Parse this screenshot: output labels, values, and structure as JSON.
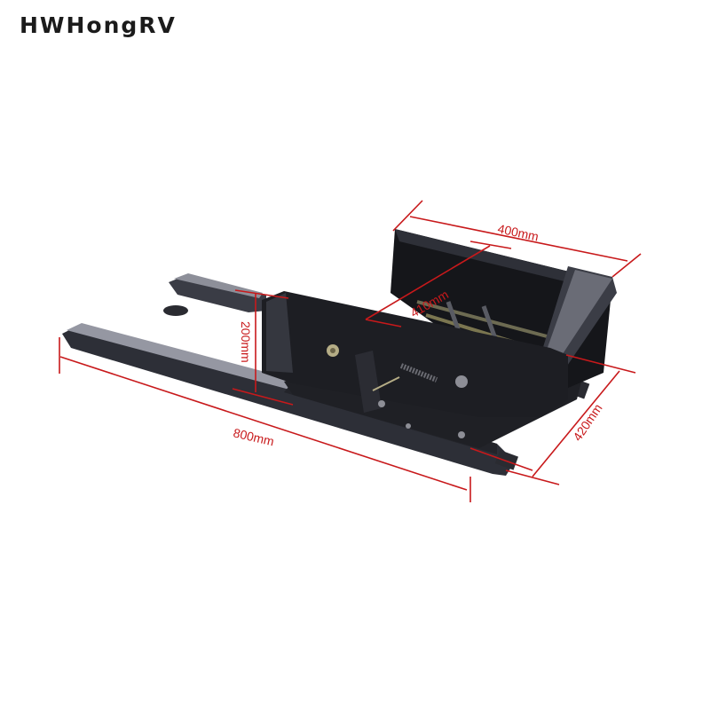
{
  "brand": {
    "name": "HWHongRV"
  },
  "product": {
    "subject": "seat-swivel-slide-base",
    "colors": {
      "metal": "#1c1d21",
      "rail": "#2c2e36",
      "highlight": "#8a8c95",
      "dimension": "#c8191b"
    }
  },
  "dimensions": {
    "width_top": "400mm",
    "diagonal": "410mm",
    "height": "200mm",
    "length": "800mm",
    "depth": "420mm"
  }
}
